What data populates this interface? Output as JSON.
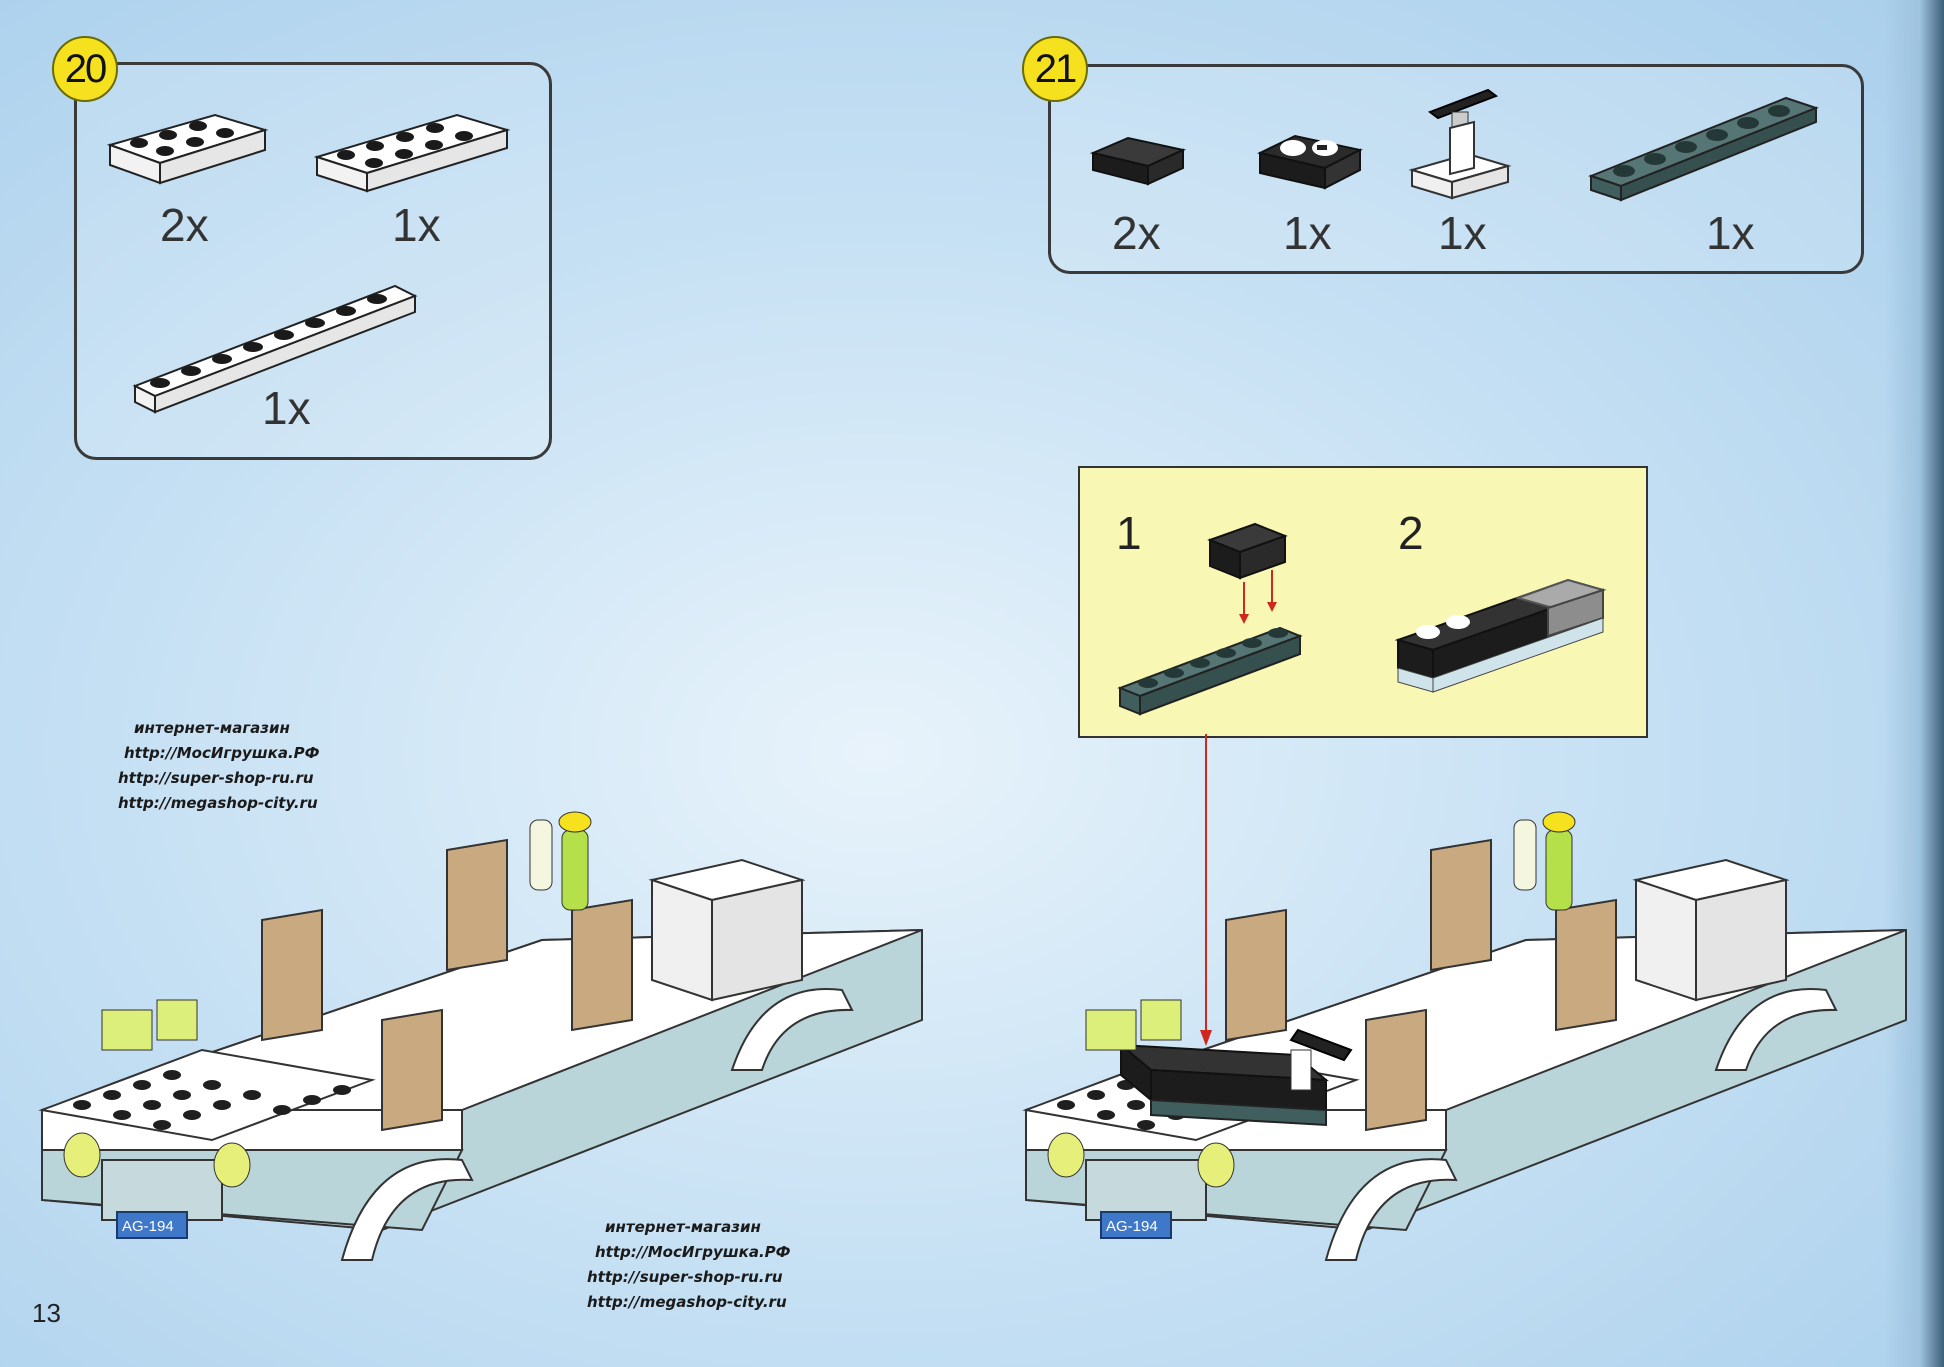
{
  "page": {
    "number": "13"
  },
  "steps": [
    {
      "number": "20",
      "parts": [
        {
          "name": "plate-2x3-white",
          "qty": "2x"
        },
        {
          "name": "plate-2x4-white",
          "qty": "1x"
        },
        {
          "name": "plate-1x8-white",
          "qty": "1x"
        }
      ]
    },
    {
      "number": "21",
      "parts": [
        {
          "name": "slope-black",
          "qty": "2x"
        },
        {
          "name": "tile-dashboard-gauges",
          "qty": "1x"
        },
        {
          "name": "steering-wheel-stand",
          "qty": "1x"
        },
        {
          "name": "plate-1x6-dark-teal",
          "qty": "1x"
        }
      ],
      "substeps": [
        "1",
        "2"
      ]
    }
  ],
  "license_plate": "AG-194",
  "watermarks": [
    {
      "lines": [
        "интернет-магазин",
        "http://МосИгрушка.РФ",
        "http://super-shop-ru.ru",
        "http://megashop-city.ru"
      ]
    },
    {
      "lines": [
        "интернет-магазин",
        "http://МосИгрушка.РФ",
        "http://super-shop-ru.ru",
        "http://megashop-city.ru"
      ]
    }
  ],
  "colors": {
    "badge_yellow": "#f5e11d",
    "callout_bg": "#f8f8b4",
    "brick_black": "#1c1c1c",
    "brick_teal": "#3f5e5d",
    "brick_tan": "#c9a97f",
    "car_body": "#b9d5d9",
    "arrow_red": "#d0281e"
  }
}
